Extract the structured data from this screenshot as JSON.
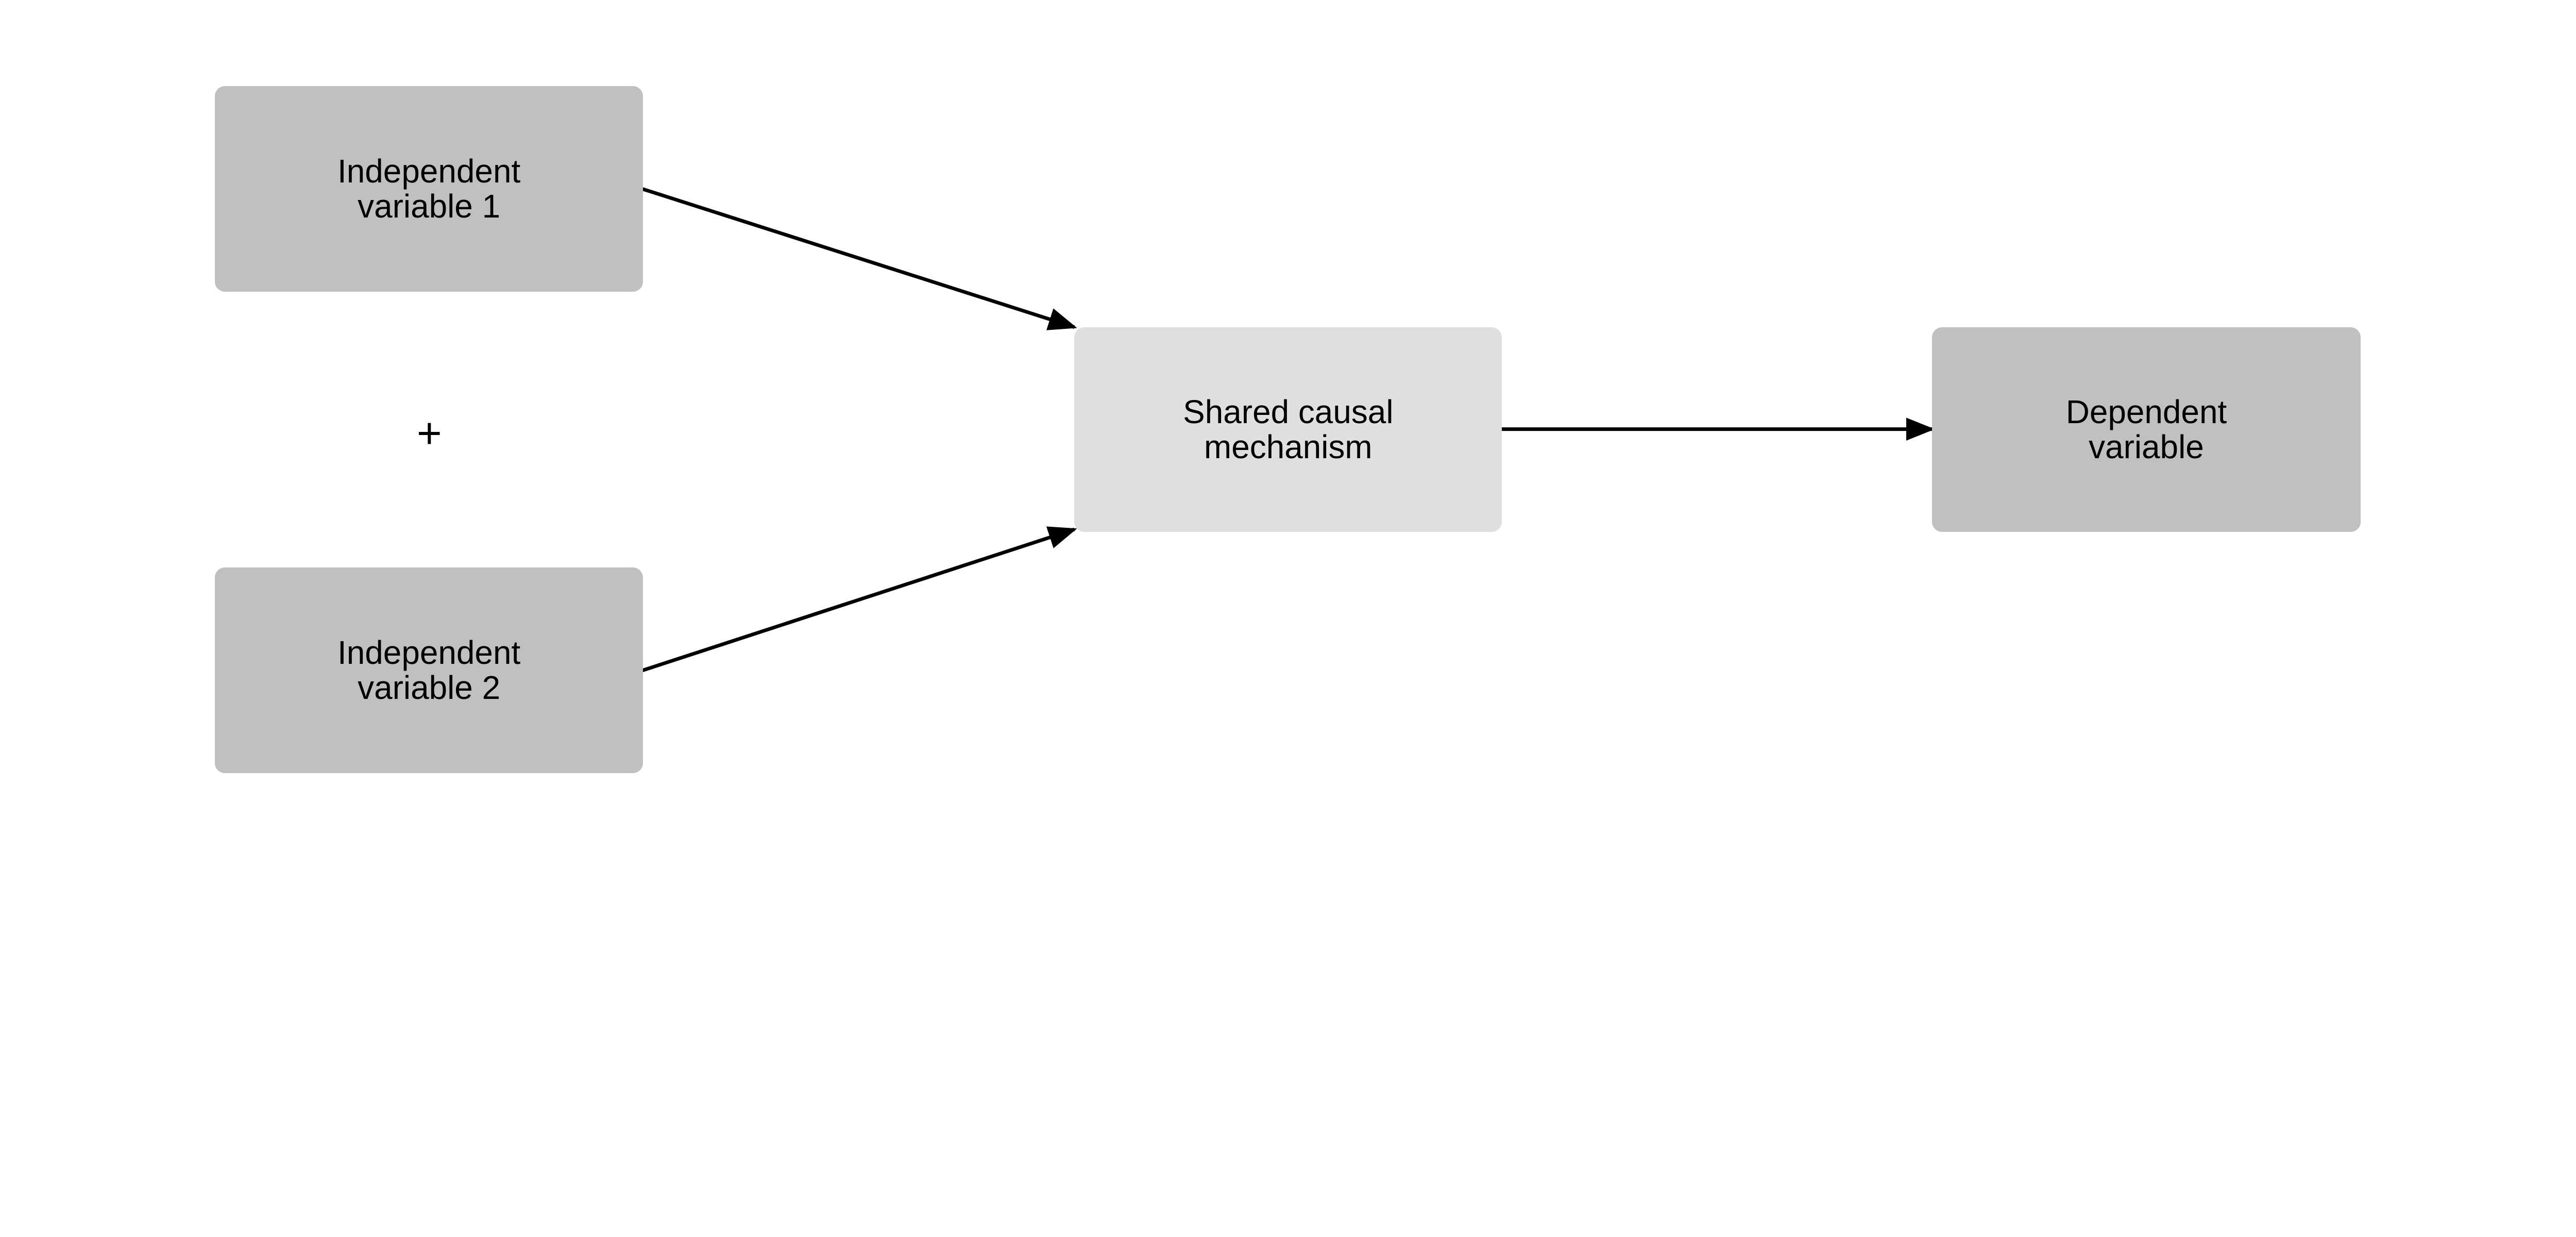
{
  "nodes": {
    "iv1": "Independent\nvariable 1",
    "iv2": "Independent\nvariable 2",
    "mechanism": "Shared causal\nmechanism",
    "dv": "Dependent\nvariable"
  },
  "operator": "+",
  "colors": {
    "independent_fill": "#c0c0c0",
    "mechanism_fill": "#dfdfdf",
    "dependent_fill": "#c0c0c0",
    "arrow": "#000000"
  },
  "edges": [
    {
      "from": "iv1",
      "to": "mechanism"
    },
    {
      "from": "iv2",
      "to": "mechanism"
    },
    {
      "from": "mechanism",
      "to": "dv"
    }
  ]
}
